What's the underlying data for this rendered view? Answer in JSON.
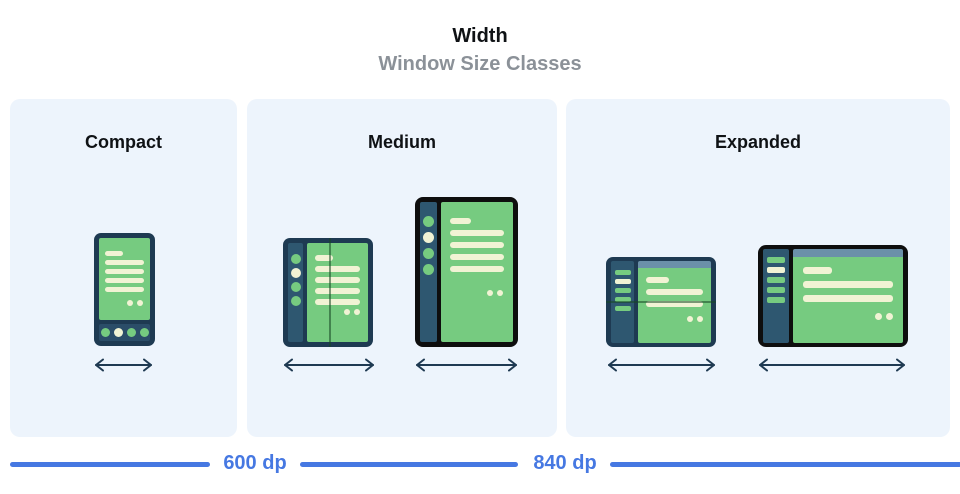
{
  "header": {
    "title": "Width",
    "subtitle": "Window Size Classes"
  },
  "panels": [
    {
      "label": "Compact",
      "devices": [
        "phone-portrait"
      ]
    },
    {
      "label": "Medium",
      "devices": [
        "foldable-open",
        "tablet-portrait"
      ]
    },
    {
      "label": "Expanded",
      "devices": [
        "foldable-landscape",
        "tablet-landscape"
      ]
    }
  ],
  "ruler": {
    "breakpoints": [
      {
        "label": "600 dp"
      },
      {
        "label": "840 dp"
      }
    ]
  },
  "colors": {
    "panel_background": "#edf4fc",
    "device_frame_navy": "#1e3a52",
    "device_frame_black": "#0e0e0e",
    "sidebar_navy": "#2e5770",
    "screen_green": "#76cb80",
    "content_cream": "#f1f3d4",
    "topbar_blue_gray": "#6b90a9",
    "ruler_blue": "#4678e2",
    "subtitle_gray": "#8b9198",
    "arrow_navy": "#1f3a52"
  }
}
